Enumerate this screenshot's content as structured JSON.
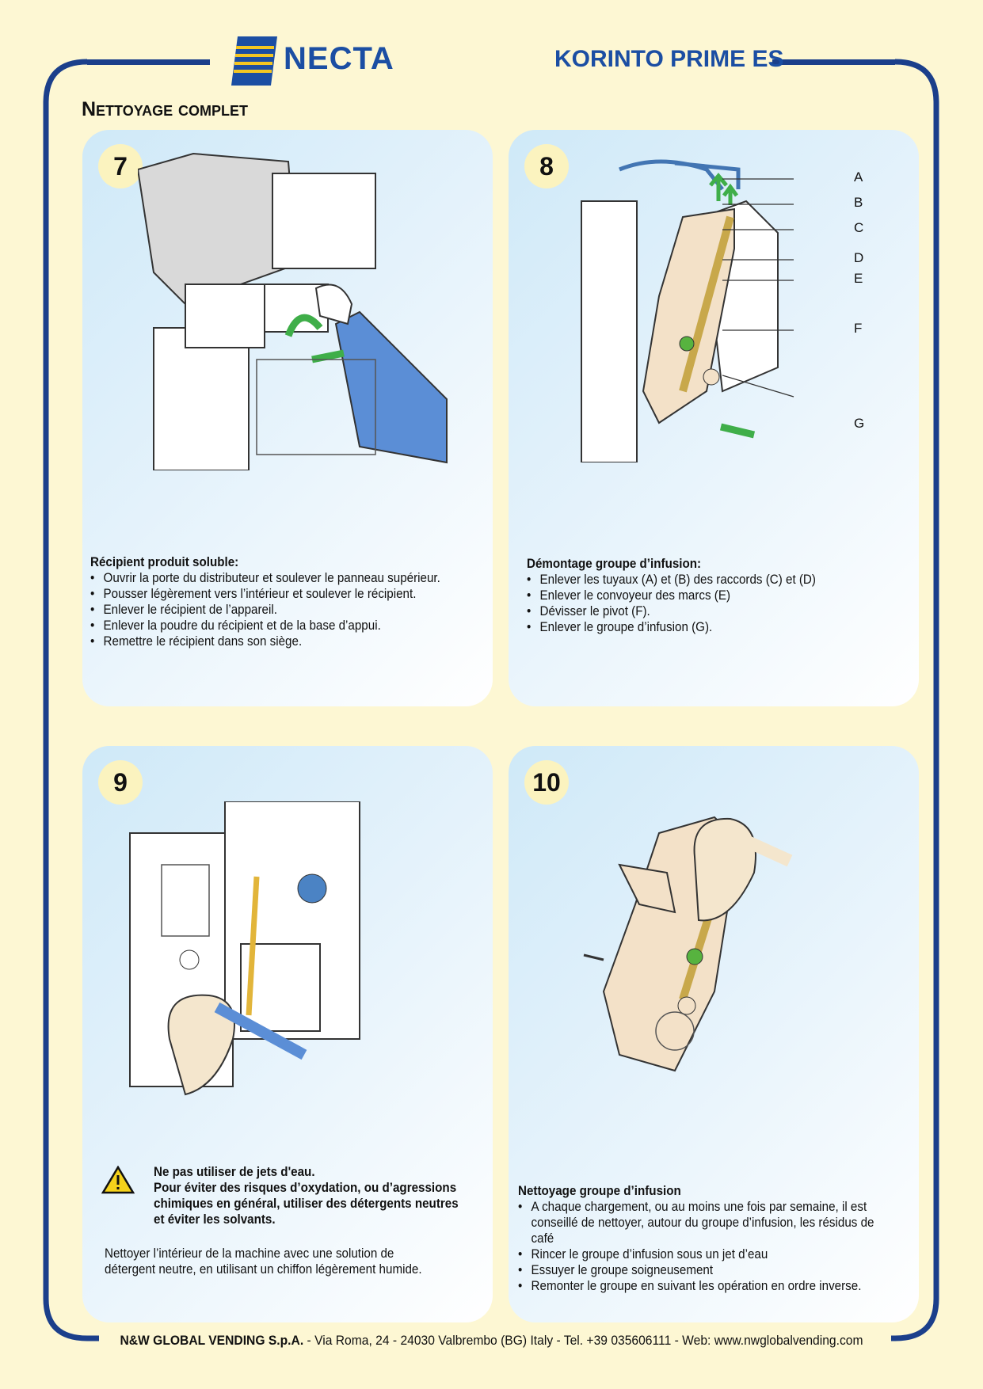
{
  "brand": "NECTA",
  "model": "KORINTO PRIME ES",
  "section_title": "Nettoyage complet",
  "colors": {
    "frame": "#1b3f8b",
    "brand_blue": "#1b4ea3",
    "page_bg": "#fdf7d3",
    "arrow_green": "#3fae49"
  },
  "panels": [
    {
      "step": "7",
      "heading": "Récipient produit soluble:",
      "items": [
        "Ouvrir la porte du distributeur et soulever le panneau supérieur.",
        "Pousser légèrement vers l’intérieur et soulever le récipient.",
        "Enlever le récipient de l’appareil.",
        "Enlever la poudre du récipient et de la base d’appui.",
        "Remettre le récipient dans son siège."
      ]
    },
    {
      "step": "8",
      "heading": "Démontage groupe d’infusion:",
      "items": [
        "Enlever les tuyaux (A) et (B) des raccords  (C) et (D)",
        "Enlever le convoyeur des marcs (E)",
        "Dévisser le pivot (F).",
        "Enlever le groupe d’infusion (G)."
      ],
      "callouts": [
        "A",
        "B",
        "C",
        "D",
        "E",
        "F",
        "G"
      ]
    },
    {
      "step": "9",
      "warning_icon": "warning-triangle-icon",
      "warning_title": "Ne pas utiliser de jets d'eau.",
      "warning_body": "Pour éviter des risques d’oxydation, ou d’agressions chimiques en général, utiliser des détergents neutres et éviter les solvants.",
      "text": "Nettoyer l’intérieur de la machine avec une solution de détergent neutre, en utilisant un chiffon légèrement humide."
    },
    {
      "step": "10",
      "heading": "Nettoyage groupe d’infusion",
      "items": [
        "A chaque chargement, ou au moins une fois par semaine, il est conseillé de nettoyer, autour du groupe d’infusion, les résidus de café",
        "Rincer le groupe d’infusion sous un jet d’eau",
        "Essuyer le groupe soigneusement",
        "Remonter le groupe en suivant les opération en ordre inverse."
      ]
    }
  ],
  "footer": {
    "company": "N&W GLOBAL VENDING S.p.A.",
    "address": " - Via Roma, 24 - 24030 Valbrembo (BG) Italy - Tel. +39 035606111 - Web: www.nwglobalvending.com"
  }
}
